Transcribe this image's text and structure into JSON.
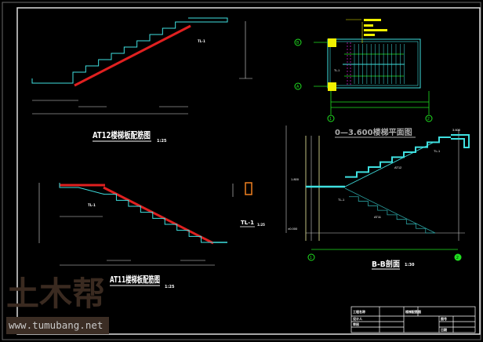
{
  "drawing": {
    "at12": {
      "title": "AT12楼梯板配筋图",
      "scale": "1:25",
      "beam_label": "TL-1"
    },
    "at11": {
      "title": "AT11楼梯板配筋图",
      "scale": "1:25",
      "beam_label": "TL-1"
    },
    "tl1": {
      "title": "TL-1",
      "scale": "1:25"
    },
    "plan": {
      "title": "0—3.600楼梯平面图",
      "axis_left_top": "B",
      "axis_left_bottom": "A",
      "axis_bottom_left": "1",
      "axis_bottom_right": "2",
      "beam_label": "TL-1"
    },
    "section": {
      "title": "B-B剖面",
      "scale": "1:30",
      "elev_top": "3.600",
      "elev_mid": "1.800",
      "elev_ground": "±0.000",
      "beam_label_mid": "TL-1",
      "beam_label_top": "TL-1",
      "flight_upper": "AT12",
      "flight_lower": "AT11",
      "axis_left": "1",
      "axis_right": "2"
    }
  },
  "title_block": {
    "project_label": "工程名称",
    "drawing_label": "楼梯配筋图",
    "designer_label": "设计人",
    "checker_label": "审核",
    "drawing_no_label": "图号",
    "date_label": "日期"
  },
  "watermark": {
    "logo": "土木帮",
    "url": "www.tumubang.net"
  },
  "colors": {
    "cyan": "#3fe0e0",
    "red": "#e02020",
    "yellow": "#f0f000",
    "green": "#20e020",
    "white": "#ffffff",
    "gray": "#9a9a9a"
  }
}
